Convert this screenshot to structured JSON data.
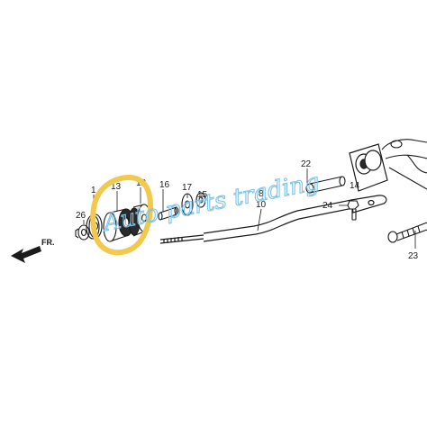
{
  "diagram": {
    "direction_label": "FR.",
    "watermark": "Auto parts trading",
    "highlight_color": "#f2c94c",
    "line_color": "#1a1a1a",
    "watermark_color": "#7ec3e8",
    "part_labels": {
      "p1": "1",
      "p8": "8",
      "p10": "10",
      "p12": "12",
      "p13": "13",
      "p14": "14",
      "p15": "15",
      "p16": "16",
      "p17": "17",
      "p22": "22",
      "p23": "23",
      "p24": "24",
      "p26": "26"
    }
  }
}
